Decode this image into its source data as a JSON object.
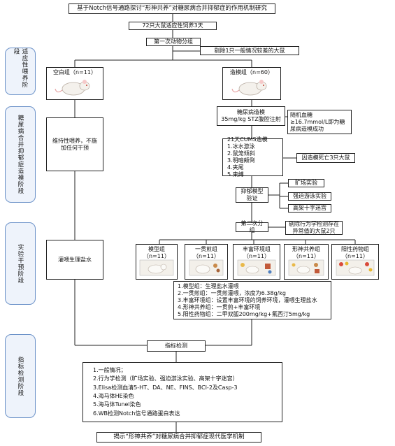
{
  "title": "基于Notch信号通路探讨“形神共养”对糖尿病合并抑郁症的作用机制研究",
  "stages": [
    {
      "id": "adaptive",
      "label": "适应性喂养阶段"
    },
    {
      "id": "modeling",
      "label": "糖尿病合并抑郁症造模阶段"
    },
    {
      "id": "intervention",
      "label": "实验干预阶段"
    },
    {
      "id": "detection",
      "label": "指标检测阶段"
    }
  ],
  "flow": {
    "rats72": "72只大鼠适应性饲养3天",
    "first_group": "第一次动物分组",
    "remove1": "剔除1只一般情况较差的大鼠",
    "blank_group": "空白组（n=11）",
    "model_group": "造模组（n=60）",
    "maintain": "维持性喂养，不施加任何干预",
    "diabetes_model": [
      "糖尿病造模",
      "35mg/kg STZ腹腔注射"
    ],
    "blood_glucose": [
      "随机血糖",
      "≥16.7mmol/L即为糖",
      "尿病造模成功"
    ],
    "cums": [
      "21天CUMS造模",
      "1.冰水游泳",
      "2.鼠笼倾斜",
      "3.明暗颠倒",
      "4.夹尾",
      "5.束缚"
    ],
    "death_note": "因造模死亡3只大鼠",
    "depression_verify": [
      "抑郁模型",
      "验证"
    ],
    "tests": [
      "旷场实验",
      "强迫游泳实验",
      "高架十字迷宫"
    ],
    "second_group": "第二次分组",
    "remove2": [
      "剔除行为学检测存在",
      "异常值的大鼠2只"
    ],
    "saline": "灌喂生理盐水",
    "groups": [
      {
        "name": "模型组",
        "n": "（n=11）"
      },
      {
        "name": "一贯煎组",
        "n": "（n=11）"
      },
      {
        "name": "丰富环境组",
        "n": "（n=11）"
      },
      {
        "name": "形神共养组",
        "n": "（n=11）"
      },
      {
        "name": "阳性药物组",
        "n": "（n=11）"
      }
    ],
    "group_desc": [
      "1.模型组：生理盐水灌喂",
      "2.一贯煎组：一贯煎灌喂，浓度为6.38g/kg",
      "3.丰富环境组：设置丰富环境的饲养环境，灌喂生理盐水",
      "4.形神共养组：一贯煎+丰富环境",
      "5.阳性药物组：二甲双胍200mg/kg+氟西汀5mg/kg"
    ],
    "indicator": "指标检测",
    "indicators": [
      "1.一般情况；",
      "2.行为学检测（旷场实验、强迫游泳实验、高架十字迷宫）",
      "3.Elisa检测血清5-HT、DA、NE、FINS、BCI-2及Casp-3",
      "4.海马体HE染色",
      "5.海马体Tunel染色",
      "6.WB检测Notch信号通路蛋白表达"
    ],
    "conclusion": "揭示“形神共养”对糖尿病合并抑郁症现代医学机制"
  },
  "colors": {
    "stage_border": "#6d93c9",
    "stage_fill": "#eef3fb",
    "line": "#222222"
  }
}
